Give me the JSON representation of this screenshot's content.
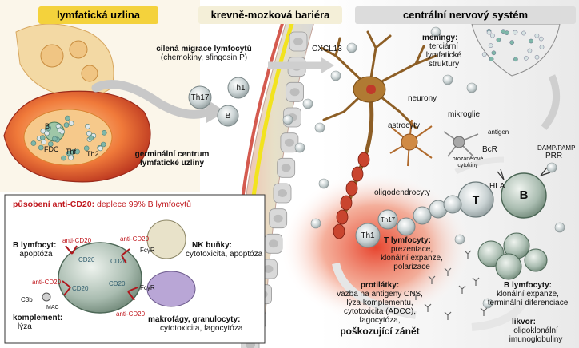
{
  "headers": {
    "lymph": "lymfatická uzlina",
    "bbb": "krevně-mozková bariéra",
    "cns": "centrální nervový systém"
  },
  "migration": {
    "line1": "cílená migrace lymfocytů",
    "line2": "(chemokiny, sfingosin P)"
  },
  "cells": {
    "th17": "Th17",
    "th1": "Th1",
    "b": "B",
    "t": "T",
    "b_small": "B",
    "fdc": "FDC",
    "thf": "Thf",
    "th2": "Th2"
  },
  "labels": {
    "cxcl13": "CXCL13",
    "neurony": "neurony",
    "mikroglie": "mikroglie",
    "astrocyty": "astrocyty",
    "oligodendrocyty": "oligodendrocyty",
    "antigen": "antigen",
    "bcr": "BcR",
    "damp": "DAMP/PAMP",
    "prr": "PRR",
    "hla": "HLA",
    "cytokiny1": "prozánětové",
    "cytokiny2": "cytokiny",
    "germinal1": "germinální centrum",
    "germinal2": "lymfatické uzliny"
  },
  "meningy": {
    "title": "meningy:",
    "l1": "terciární",
    "l2": "lymfatické",
    "l3": "struktury"
  },
  "t_lymfocyty": {
    "title": "T lymfocyty:",
    "l1": "prezentace,",
    "l2": "klonální expanze,",
    "l3": "polarizace"
  },
  "b_lymfocyty": {
    "title": "B lymfocyty:",
    "l1": "klonální expanze,",
    "l2": "terminální diferenciace"
  },
  "protilatky": {
    "title": "protilátky:",
    "l1": "vazba na antigeny CNS,",
    "l2": "lýza komplementu,",
    "l3": "cytotoxicita (ADCC),",
    "l4": "fagocytóza,",
    "inflammation": "poškozující zánět"
  },
  "likvor": {
    "title": "likvor:",
    "l1": "oligoklonální",
    "l2": "imunoglobuliny"
  },
  "inset": {
    "title_bold": "působení anti-CD20:",
    "title_rest": " deplece 99% B lymfocytů",
    "b_title": "B lymfocyt:",
    "b_desc": "apoptóza",
    "nk_title": "NK buňky:",
    "nk_desc": "cytotoxicita, apoptóza",
    "k_title": "komplement:",
    "k_desc": "lýza",
    "m_title": "makrofágy, granulocyty:",
    "m_desc": "cytotoxicita, fagocytóza",
    "anti1": "anti-CD20",
    "anti2": "anti-CD20",
    "anti3": "anti-CD20",
    "anti4": "anti-CD20",
    "cd20a": "CD20",
    "cd20b": "CD20",
    "cd20c": "CD20",
    "cd20d": "CD20",
    "fcr1": "FcγR",
    "fcr2": "FcγR",
    "c3b": "C3b",
    "mac": "MAC"
  },
  "colors": {
    "header_lymph": "#f4d23c",
    "header_bbb": "#f4efd8",
    "header_cns": "#dcdcdc",
    "inflammation": "#e8412a",
    "neuron": "#9a6a2c",
    "title_red": "#c0171d"
  }
}
